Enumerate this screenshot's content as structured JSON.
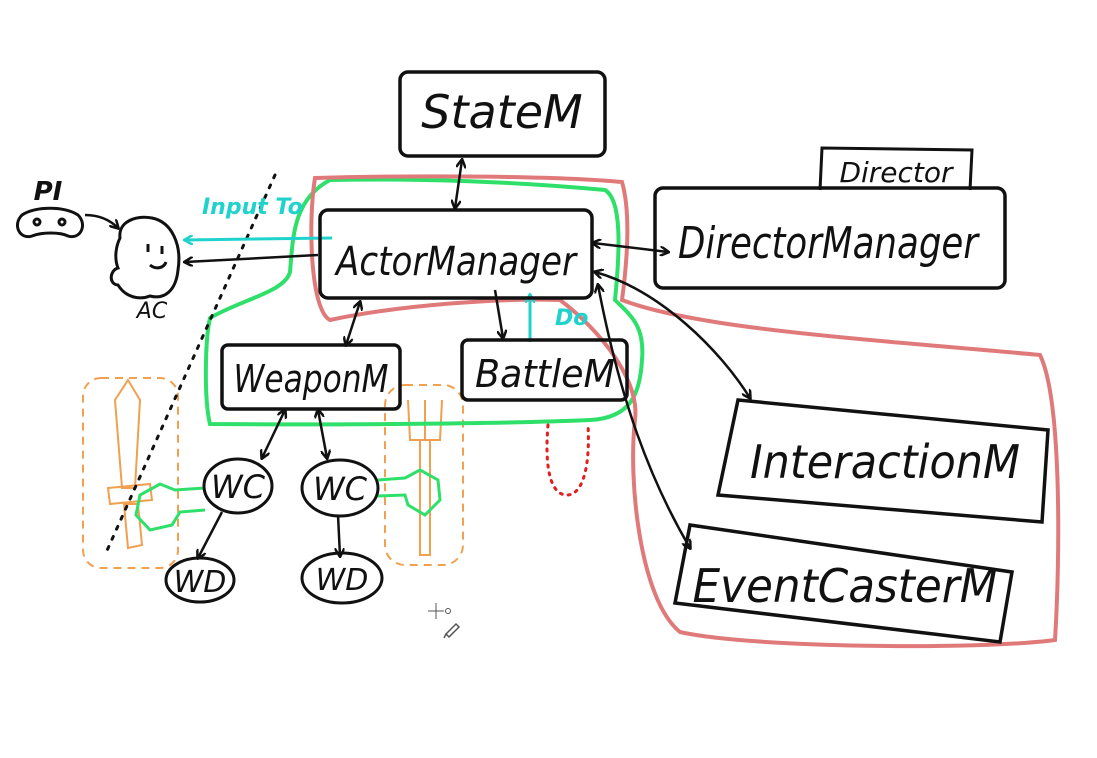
{
  "colors": {
    "ink": "#111111",
    "cyan": "#1fd3cc",
    "green": "#2ee06a",
    "red_outline": "#e07a7a",
    "orange": "#f0a050",
    "dotted_red": "#e02020"
  },
  "nodes": {
    "state_m": "StateM",
    "director_tab": "Director",
    "director_manager": "DirectorManager",
    "actor_manager": "ActorManager",
    "weapon_m": "WeaponM",
    "battle_m": "BattleM",
    "interaction_m": "InteractionM",
    "event_caster_m": "EventCasterM",
    "wc_left": "WC",
    "wc_right": "WC",
    "wd_left": "WD",
    "wd_right": "WD",
    "pi": "PI",
    "ac": "AC"
  },
  "edge_labels": {
    "input_to": "Input To",
    "do": "Do"
  },
  "icons": {
    "cursor": "crosshair-cursor-icon",
    "pen": "pen-icon"
  }
}
